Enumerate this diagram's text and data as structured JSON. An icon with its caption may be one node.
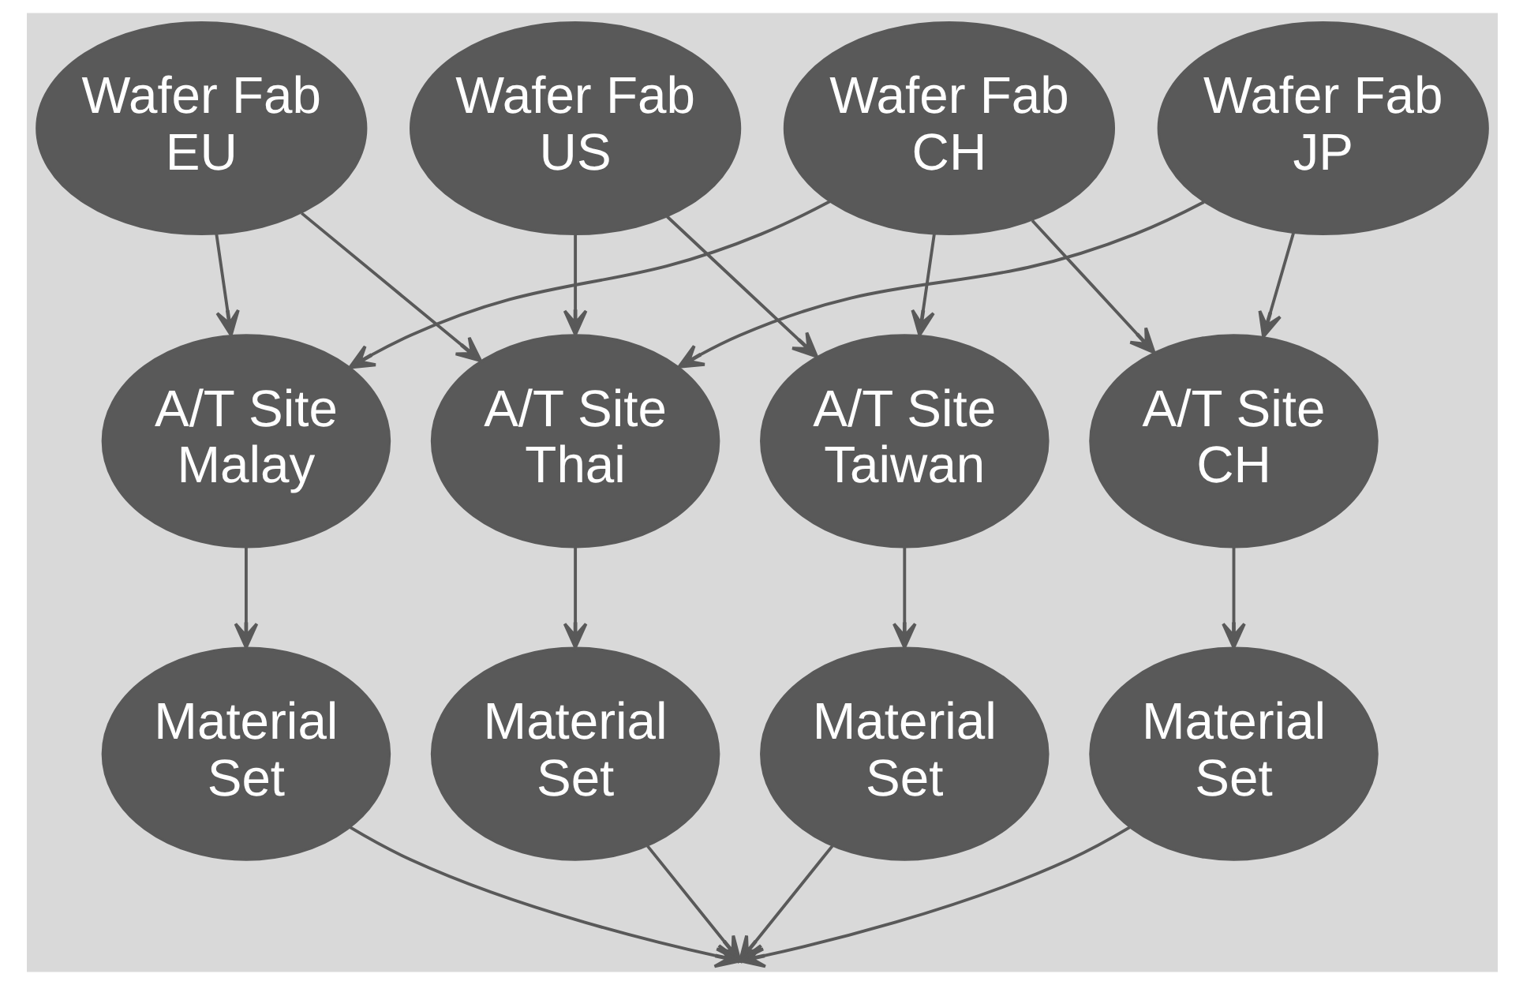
{
  "diagram": {
    "nodes": [
      {
        "text": [
          "Wafer Fab EU"
        ]
      },
      {
        "text": [
          "Wafer Fab US"
        ]
      },
      {
        "text": [
          "Wafer Fab CH"
        ]
      },
      {
        "text": [
          "Wafer Fab JP"
        ]
      },
      {
        "text": [
          "A/T Site Malay"
        ]
      },
      {
        "text": [
          "A/T Site Thai"
        ]
      },
      {
        "text": [
          "A/T Site Taiwan"
        ]
      },
      {
        "text": [
          "A/T Site CH"
        ]
      },
      {
        "text": [
          "Material Set"
        ]
      },
      {
        "text": [
          "Material Set"
        ]
      },
      {
        "text": [
          "Material Set"
        ]
      },
      {
        "text": [
          "Material Set"
        ]
      }
    ],
    "edges": [
      {
        "from": 0,
        "to": 4,
        "arrow": "to"
      },
      {
        "from": 0,
        "to": 5,
        "arrow": "to"
      },
      {
        "from": 1,
        "to": 5,
        "arrow": "to"
      },
      {
        "from": 1,
        "to": 6,
        "arrow": "to"
      },
      {
        "from": 2,
        "to": 4,
        "arrow": "to"
      },
      {
        "from": 2,
        "to": 6,
        "arrow": "to"
      },
      {
        "from": 2,
        "to": 7,
        "arrow": "to"
      },
      {
        "from": 3,
        "to": 5,
        "arrow": "to"
      },
      {
        "from": 3,
        "to": 7,
        "arrow": "to"
      },
      {
        "from": 4,
        "to": 8,
        "arrow": "to"
      },
      {
        "from": 5,
        "to": 9,
        "arrow": "to"
      },
      {
        "from": 6,
        "to": 10,
        "arrow": "to"
      },
      {
        "from": 7,
        "to": 11,
        "arrow": "to"
      },
      {
        "from": 8,
        "to": null,
        "arrow": "to"
      },
      {
        "from": 9,
        "to": null,
        "arrow": "to"
      },
      {
        "from": 10,
        "to": null,
        "arrow": "to"
      },
      {
        "from": 11,
        "to": null,
        "arrow": "to"
      }
    ]
  }
}
